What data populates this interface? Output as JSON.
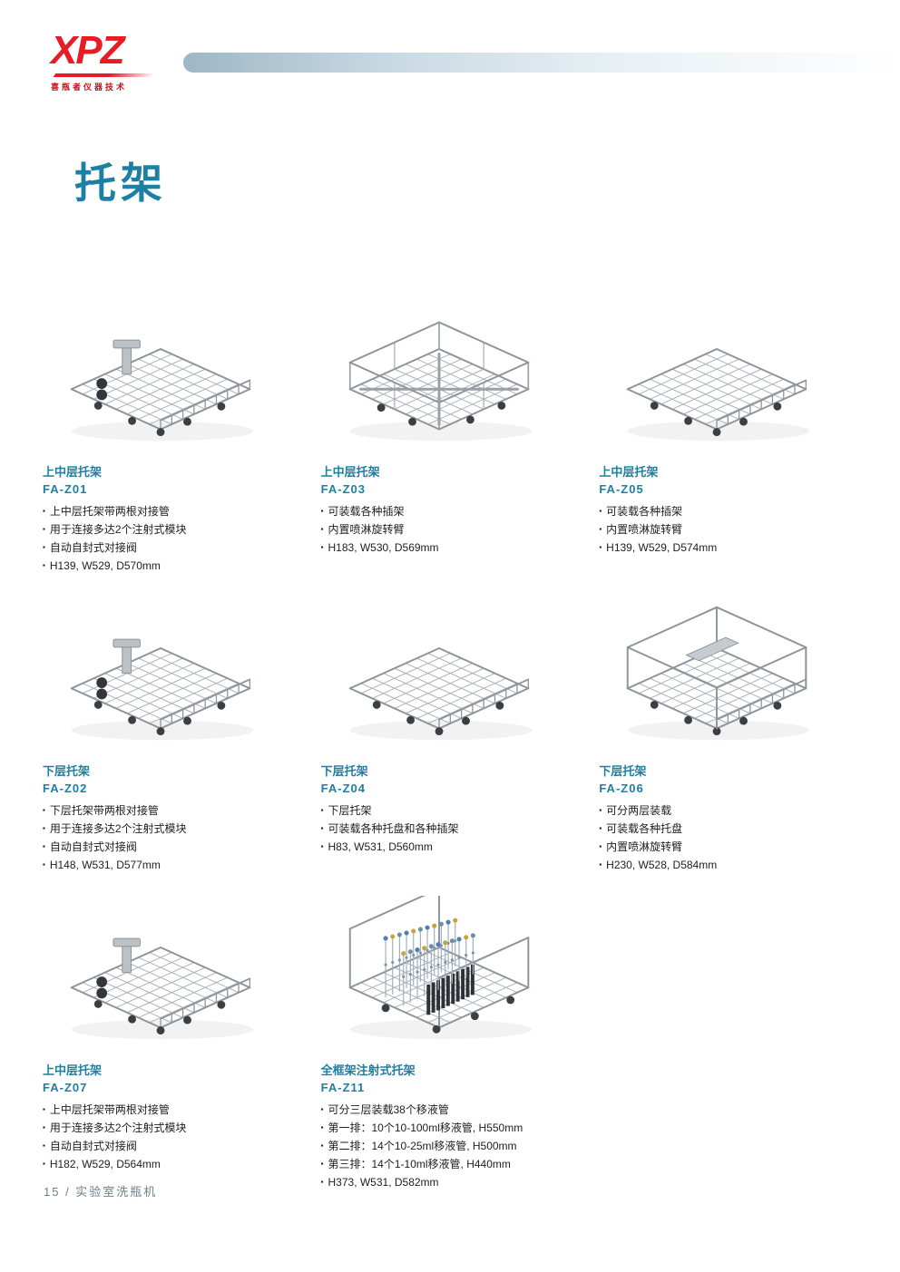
{
  "page": {
    "title": "托架"
  },
  "logo": {
    "text": "XPZ",
    "subtext": "喜瓶者仪器技术"
  },
  "colors": {
    "accent_teal": "#1b80a3",
    "logo_red": "#e81c24",
    "body_text": "#1e1e1e"
  },
  "footer": {
    "text": "15 / 实验室洗瓶机"
  },
  "products": [
    {
      "category": "上中层托架",
      "model": "FA-Z01",
      "image": "basket-flat-handle-icon",
      "features": [
        "上中层托架带两根对接管",
        "用于连接多达2个注射式模块",
        "自动自封式对接阀",
        "H139, W529, D570mm"
      ]
    },
    {
      "category": "上中层托架",
      "model": "FA-Z03",
      "image": "basket-deep-icon",
      "features": [
        "可装载各种插架",
        "内置喷淋旋转臂",
        "H183, W530, D569mm"
      ]
    },
    {
      "category": "上中层托架",
      "model": "FA-Z05",
      "image": "basket-flat-icon",
      "features": [
        "可装载各种插架",
        "内置喷淋旋转臂",
        "H139, W529, D574mm"
      ]
    },
    {
      "category": "下层托架",
      "model": "FA-Z02",
      "image": "basket-flat-handle-icon",
      "features": [
        "下层托架带两根对接管",
        "用于连接多达2个注射式模块",
        "自动自封式对接阀",
        "H148, W531, D577mm"
      ]
    },
    {
      "category": "下层托架",
      "model": "FA-Z04",
      "image": "basket-flat-icon",
      "features": [
        "下层托架",
        "可装载各种托盘和各种插架",
        "H83, W531, D560mm"
      ]
    },
    {
      "category": "下层托架",
      "model": "FA-Z06",
      "image": "basket-frame-icon",
      "features": [
        "可分两层装载",
        "可装载各种托盘",
        "内置喷淋旋转臂",
        "H230, W528, D584mm"
      ]
    },
    {
      "category": "上中层托架",
      "model": "FA-Z07",
      "image": "basket-flat-handle-icon",
      "features": [
        "上中层托架带两根对接管",
        "用于连接多达2个注射式模块",
        "自动自封式对接阀",
        "H182, W529, D564mm"
      ]
    },
    {
      "category": "全框架注射式托架",
      "model": "FA-Z11",
      "image": "basket-pipette-icon",
      "features": [
        "可分三层装载38个移液管",
        "第一排：10个10-100ml移液管, H550mm",
        "第二排：14个10-25ml移液管, H500mm",
        "第三排：14个1-10ml移液管, H440mm",
        "H373, W531, D582mm"
      ]
    }
  ]
}
